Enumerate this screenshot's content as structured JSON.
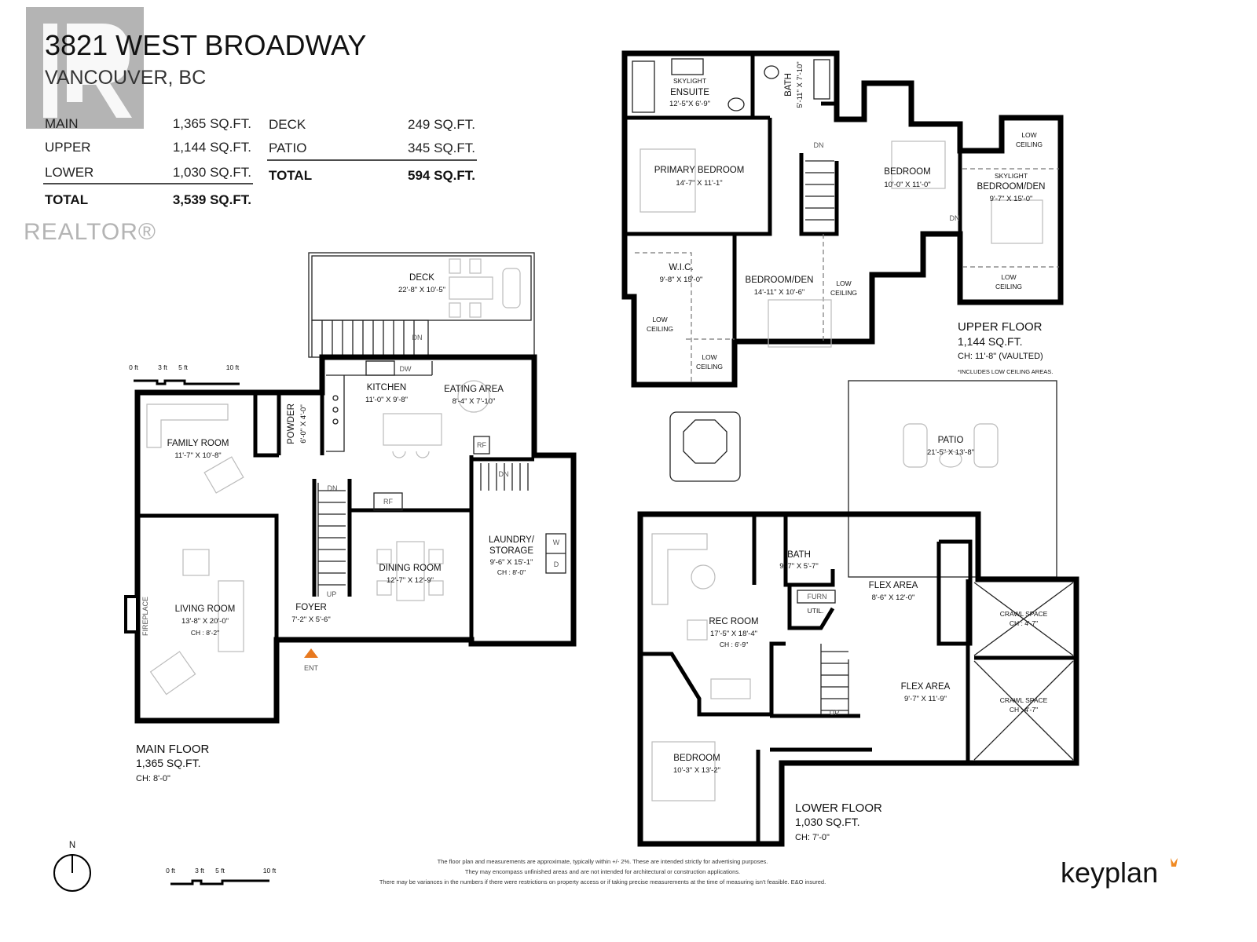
{
  "header": {
    "title": "3821 WEST BROADWAY",
    "city": "VANCOUVER, BC"
  },
  "watermark": {
    "text": "REALTOR®"
  },
  "areas": {
    "interior": [
      {
        "label": "MAIN",
        "value": "1,365 SQ.FT."
      },
      {
        "label": "UPPER",
        "value": "1,144 SQ.FT."
      },
      {
        "label": "LOWER",
        "value": "1,030 SQ.FT."
      }
    ],
    "interior_total": {
      "label": "TOTAL",
      "value": "3,539 SQ.FT."
    },
    "exterior": [
      {
        "label": "DECK",
        "value": "249 SQ.FT."
      },
      {
        "label": "PATIO",
        "value": "345 SQ.FT."
      }
    ],
    "exterior_total": {
      "label": "TOTAL",
      "value": "594 SQ.FT."
    }
  },
  "main": {
    "title": "MAIN FLOOR",
    "sqft": "1,365 SQ.FT.",
    "ch": "CH: 8'-0\"",
    "rooms": [
      {
        "name": "DECK",
        "dims": "22'-8\" X 10'-5\""
      },
      {
        "name": "KITCHEN",
        "dims": "11'-0\" X 9'-8\""
      },
      {
        "name": "EATING AREA",
        "dims": "8'-4\" X 7'-10\""
      },
      {
        "name": "FAMILY ROOM",
        "dims": "11'-7\" X 10'-8\""
      },
      {
        "name": "POWDER",
        "dims": "6'-0\" X 4'-0\""
      },
      {
        "name": "LIVING ROOM",
        "dims": "13'-8\" X 20'-0\"",
        "ch": "CH : 8'-2\""
      },
      {
        "name": "FOYER",
        "dims": "7'-2\" X 5'-6\""
      },
      {
        "name": "DINING ROOM",
        "dims": "12'-7\" X 12'-9\""
      },
      {
        "name": "LAUNDRY/",
        "name2": "STORAGE",
        "dims": "9'-6\" X 15'-1\"",
        "ch": "CH : 8'-0\""
      }
    ],
    "fixtures": {
      "fireplace": "FIREPLACE",
      "w": "W",
      "d": "D",
      "rf1": "RF",
      "rf2": "RF",
      "dw": "DW",
      "dn_deck": "DN",
      "dn_stair": "DN",
      "up_stair": "UP",
      "dn_laundry": "DN",
      "ent": "ENT"
    }
  },
  "upper": {
    "title": "UPPER FLOOR",
    "sqft": "1,144 SQ.FT.",
    "ch": "CH: 11'-8\" (VAULTED)",
    "note": "*INCLUDES LOW CEILING AREAS.",
    "rooms": [
      {
        "tag": "SKYLIGHT",
        "name": "ENSUITE",
        "dims": "12'-5\"X 6'-9\""
      },
      {
        "name": "BATH",
        "dims": "5'-11\" X 7'-10\""
      },
      {
        "name": "PRIMARY BEDROOM",
        "dims": "14'-7\" X 11'-1\""
      },
      {
        "name": "BEDROOM",
        "dims": "10'-0\" X 11'-0\""
      },
      {
        "tag": "SKYLIGHT",
        "name": "BEDROOM/DEN",
        "dims": "9'-7\" X 15'-0\""
      },
      {
        "name": "W.I.C.",
        "dims": "9'-8\" X 15'-0\""
      },
      {
        "name": "BEDROOM/DEN",
        "dims": "14'-11\" X 10'-6\""
      }
    ],
    "low_ceiling": [
      "LOW",
      "CEILING"
    ],
    "dn1": "DN",
    "dn2": "DN"
  },
  "lower": {
    "title": "LOWER FLOOR",
    "sqft": "1,030 SQ.FT.",
    "ch": "CH: 7'-0\"",
    "rooms": [
      {
        "name": "PATIO",
        "dims": "21'-5\" X 13'-8\""
      },
      {
        "name": "BATH",
        "dims": "9'-7\" X 5'-7\""
      },
      {
        "name": "FLEX AREA",
        "dims": "8'-6\" X 12'-0\""
      },
      {
        "name": "REC ROOM",
        "dims": "17'-5\" X 18'-4\"",
        "ch": "CH : 6'-9\""
      },
      {
        "name": "CRAWL SPACE",
        "ch": "CH : 4'-7\""
      },
      {
        "name": "CRAWL SPACE",
        "ch": "CH : 4'-7\""
      },
      {
        "name": "FLEX AREA",
        "dims": "9'-7\" X 11'-9\""
      },
      {
        "name": "BEDROOM",
        "dims": "10'-3\" X 13'-2\""
      }
    ],
    "furn": "FURN",
    "util": "UTIL.",
    "up": "UP"
  },
  "scale": {
    "ticks": [
      "0 ft",
      "3 ft",
      "5 ft",
      "10 ft"
    ]
  },
  "compass": {
    "north": "N"
  },
  "disclaimer": [
    "The floor plan and measurements are approximate, typically within +/- 2%. These are intended strictly for advertising purposes.",
    "They may encompass unfinished areas and are not intended for architectural or construction applications.",
    "There may be variances in the numbers if there were restrictions on property access or if taking precise measurements at the time of measuring isn't feasible. E&O insured."
  ],
  "brand": {
    "name": "keyplan",
    "accent": "#f08a24"
  },
  "colors": {
    "entrance_marker": "#e8791f",
    "watermark": "#a8a8a8"
  }
}
